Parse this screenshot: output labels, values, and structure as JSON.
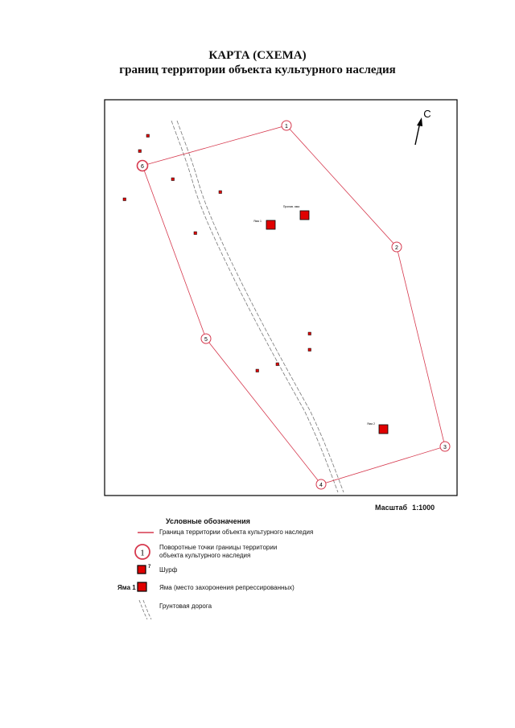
{
  "title": {
    "line1": "КАРТА (СХЕМА)",
    "line2": "границ территории объекта культурного наследия"
  },
  "map": {
    "north_label": "С",
    "boundary_color": "#d6394e",
    "marker_color": "#e00000",
    "turning_points": [
      {
        "label": "1"
      },
      {
        "label": "2"
      },
      {
        "label": "3"
      },
      {
        "label": "4"
      },
      {
        "label": "5"
      },
      {
        "label": "6"
      }
    ],
    "pits": [
      {
        "label": "Яма 1"
      },
      {
        "label": "Пропав. яма"
      },
      {
        "label": "Яма 2"
      }
    ]
  },
  "scale": {
    "label": "Масштаб",
    "value": "1:1000"
  },
  "legend": {
    "title": "Условные обозначения",
    "boundary": "Граница территории объекта культурного наследия",
    "points_symbol": "1",
    "points_line1": "Поворотные точки границы территории",
    "points_line2": "объекта культурного наследия",
    "shurf_symbol": "7",
    "shurf": "Шурф",
    "pit_symbol": "Яма 1",
    "pit": "Яма (место захоронения репрессированных)",
    "road": "Грунтовая дорога"
  }
}
